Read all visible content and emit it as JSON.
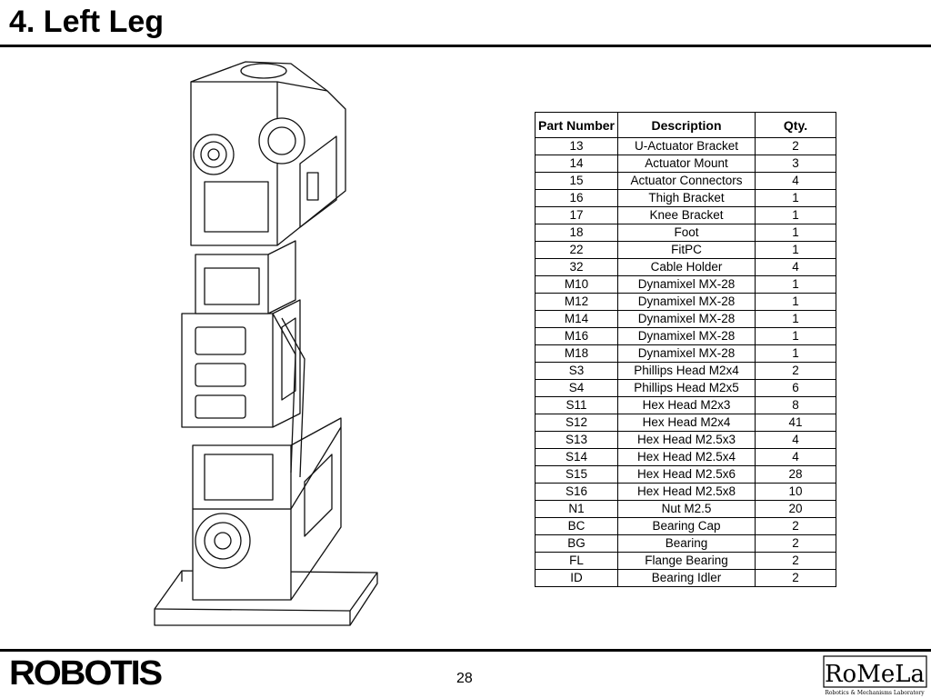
{
  "page": {
    "title": "4. Left Leg",
    "page_number": "28"
  },
  "parts_table": {
    "headers": [
      "Part Number",
      "Description",
      "Qty."
    ],
    "rows": [
      [
        "13",
        "U-Actuator Bracket",
        "2"
      ],
      [
        "14",
        "Actuator Mount",
        "3"
      ],
      [
        "15",
        "Actuator Connectors",
        "4"
      ],
      [
        "16",
        "Thigh Bracket",
        "1"
      ],
      [
        "17",
        "Knee Bracket",
        "1"
      ],
      [
        "18",
        "Foot",
        "1"
      ],
      [
        "22",
        "FitPC",
        "1"
      ],
      [
        "32",
        "Cable Holder",
        "4"
      ],
      [
        "M10",
        "Dynamixel MX-28",
        "1"
      ],
      [
        "M12",
        "Dynamixel MX-28",
        "1"
      ],
      [
        "M14",
        "Dynamixel MX-28",
        "1"
      ],
      [
        "M16",
        "Dynamixel MX-28",
        "1"
      ],
      [
        "M18",
        "Dynamixel MX-28",
        "1"
      ],
      [
        "S3",
        "Phillips Head M2x4",
        "2"
      ],
      [
        "S4",
        "Phillips Head M2x5",
        "6"
      ],
      [
        "S11",
        "Hex Head M2x3",
        "8"
      ],
      [
        "S12",
        "Hex Head M2x4",
        "41"
      ],
      [
        "S13",
        "Hex Head M2.5x3",
        "4"
      ],
      [
        "S14",
        "Hex Head M2.5x4",
        "4"
      ],
      [
        "S15",
        "Hex Head M2.5x6",
        "28"
      ],
      [
        "S16",
        "Hex Head M2.5x8",
        "10"
      ],
      [
        "N1",
        "Nut M2.5",
        "20"
      ],
      [
        "BC",
        "Bearing Cap",
        "2"
      ],
      [
        "BG",
        "Bearing",
        "2"
      ],
      [
        "FL",
        "Flange Bearing",
        "2"
      ],
      [
        "ID",
        "Bearing Idler",
        "2"
      ]
    ]
  },
  "logos": {
    "left": "ROBOTIS",
    "right": "RoMeLa",
    "right_subtitle": "Robotics & Mechanisms Laboratory"
  },
  "images": {
    "assembly_drawing": "left-leg-assembly-line-drawing"
  }
}
